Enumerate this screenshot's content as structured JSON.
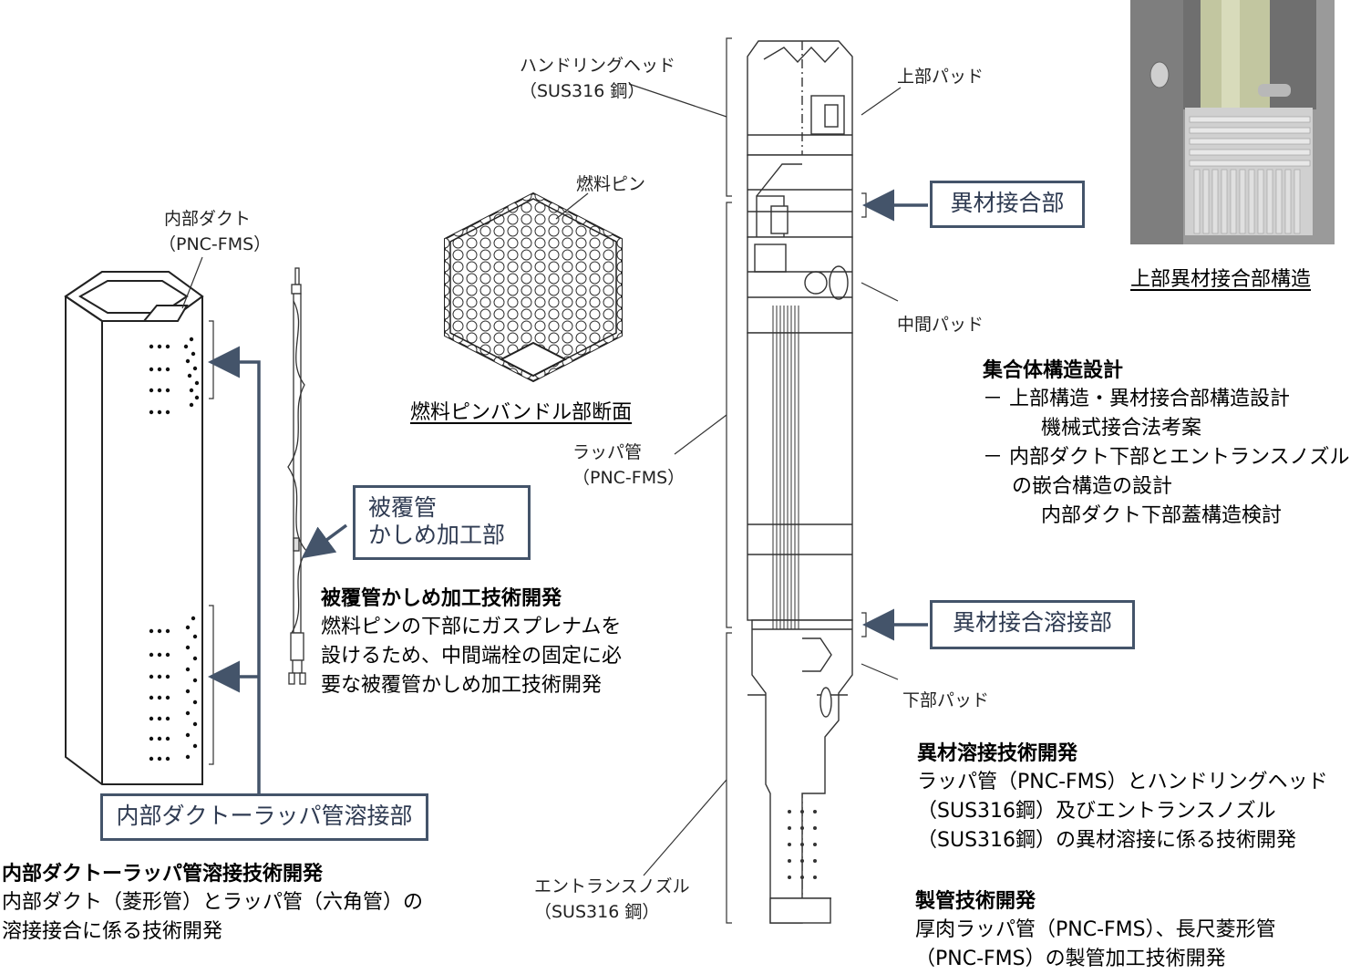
{
  "colors": {
    "accent_box": "#44546a",
    "arrow": "#44546a",
    "line": "#333333"
  },
  "labels": {
    "handling_head": "ハンドリングヘッド",
    "handling_head_material": "（SUS316 鋼）",
    "upper_pad": "上部パッド",
    "fuel_pin": "燃料ピン",
    "inner_duct": "内部ダクト",
    "inner_duct_material": "（PNC-FMS）",
    "middle_pad": "中間パッド",
    "wrapper_tube": "ラッパ管",
    "wrapper_tube_material": "（PNC-FMS）",
    "lower_pad": "下部パッド",
    "entrance_nozzle": "エントランスノズル",
    "entrance_nozzle_material": "（SUS316 鋼）"
  },
  "boxes": {
    "dissimilar_joint": "異材接合部",
    "dissimilar_weld": "異材接合溶接部",
    "cladding_line1": "被覆管",
    "cladding_line2": "かしめ加工部",
    "duct_wrapper_weld": "内部ダクトーラッパ管溶接部"
  },
  "captions": {
    "bundle_section": "燃料ピンバンドル部断面",
    "upper_structure": "上部異材接合部構造"
  },
  "sections": {
    "cladding": {
      "title": "被覆管かしめ加工技術開発",
      "lines": [
        "燃料ピンの下部にガスプレナムを",
        "設けるため、中間端栓の固定に必",
        "要な被覆管かしめ加工技術開発"
      ]
    },
    "duct_weld": {
      "title": "内部ダクトーラッパ管溶接技術開発",
      "lines": [
        "内部ダクト（菱形管）とラッパ管（六角管）の",
        "溶接接合に係る技術開発"
      ]
    },
    "assembly": {
      "title": "集合体構造設計",
      "lines": [
        "－ 上部構造・異材接合部構造設計",
        "機械式接合法考案",
        "－ 内部ダクト下部とエントランスノズル",
        "の嵌合構造の設計",
        "内部ダクト下部蓋構造検討"
      ]
    },
    "dissimilar": {
      "title": "異材溶接技術開発",
      "lines": [
        "ラッパ管（PNC-FMS）とハンドリングヘッド",
        "（SUS316鋼）及びエントランスノズル",
        "（SUS316鋼）の異材溶接に係る技術開発"
      ]
    },
    "tube": {
      "title": "製管技術開発",
      "lines": [
        "厚肉ラッパ管（PNC-FMS）、長尺菱形管",
        "（PNC-FMS）の製管加工技術開発"
      ]
    }
  }
}
